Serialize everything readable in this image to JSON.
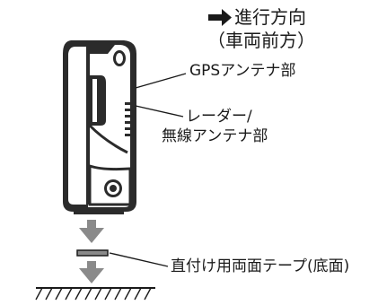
{
  "labels": {
    "direction": "進行方向",
    "direction_sub": "（車両前方）",
    "gps_antenna": "GPSアンテナ部",
    "radar_line1": "レーダー/",
    "radar_line2": "無線アンテナ部",
    "tape": "直付け用両面テープ(底面)"
  },
  "icons": {
    "direction": "arrow-right-icon",
    "mount": "arrow-down-icon"
  },
  "colors": {
    "ink": "#1a1a1a",
    "arrow_gray": "#8a8a8a",
    "device_dark": "#2b2b2b",
    "device_light": "#ffffff"
  }
}
